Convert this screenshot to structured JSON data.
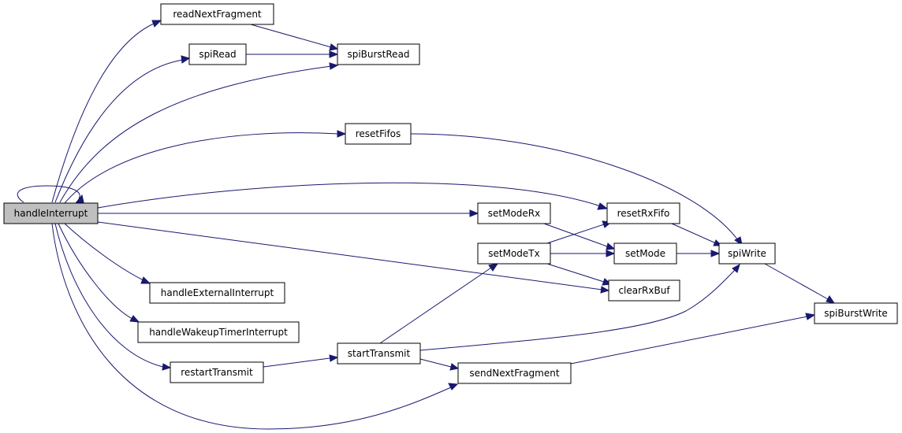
{
  "colors": {
    "edge": "#191970",
    "root_fill": "#bfbfbf",
    "node_fill": "#ffffff",
    "node_stroke": "#000000"
  },
  "nodes": {
    "handleInterrupt": "handleInterrupt",
    "readNextFragment": "readNextFragment",
    "spiRead": "spiRead",
    "spiBurstRead": "spiBurstRead",
    "resetFifos": "resetFifos",
    "resetRxFifo": "resetRxFifo",
    "setModeRx": "setModeRx",
    "setModeTx": "setModeTx",
    "setMode": "setMode",
    "spiWrite": "spiWrite",
    "clearRxBuf": "clearRxBuf",
    "handleExternalInterrupt": "handleExternalInterrupt",
    "handleWakeupTimerInterrupt": "handleWakeupTimerInterrupt",
    "restartTransmit": "restartTransmit",
    "startTransmit": "startTransmit",
    "sendNextFragment": "sendNextFragment",
    "spiBurstWrite": "spiBurstWrite"
  }
}
